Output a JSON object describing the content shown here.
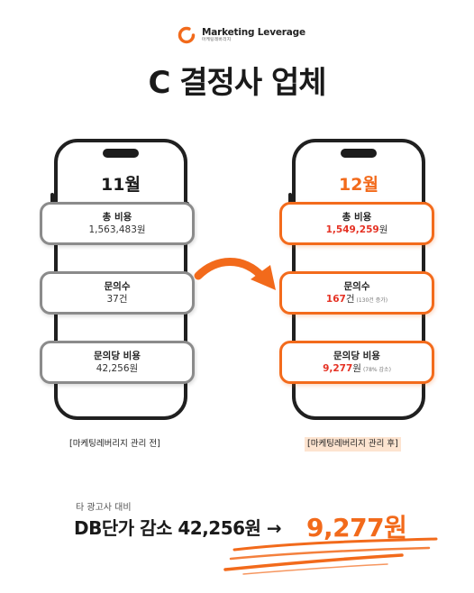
{
  "logo": {
    "name": "Marketing Leverage",
    "sub": "마케팅레버리지"
  },
  "headline": "C 결정사 업체",
  "before": {
    "month": "11월",
    "cards": [
      {
        "label": "총 비용",
        "value": "1,563,483원"
      },
      {
        "label": "문의수",
        "value": "37건"
      },
      {
        "label": "문의당 비용",
        "value": "42,256원"
      }
    ],
    "caption": "[마케팅레버리지 관리 전]"
  },
  "after": {
    "month": "12월",
    "cards": [
      {
        "label": "총 비용",
        "value_main": "1,549,259",
        "value_unit": "원",
        "note": ""
      },
      {
        "label": "문의수",
        "value_main": "167",
        "value_unit": "건",
        "note": "(130건 증가)"
      },
      {
        "label": "문의당 비용",
        "value_main": "9,277",
        "value_unit": "원",
        "note": "(78% 감소)"
      }
    ],
    "caption": "[마케팅레버리지 관리 후]"
  },
  "summary": {
    "footnote": "타 광고사 대비",
    "text": "DB단가 감소 42,256원 →",
    "highlight": "9,277원"
  },
  "colors": {
    "accent": "#f26a1b",
    "highlight_red": "#e53224",
    "gray_border": "#8b8b8b"
  },
  "icons": [
    "logo-ring-icon",
    "curved-arrow-icon",
    "brush-underline-icon"
  ]
}
